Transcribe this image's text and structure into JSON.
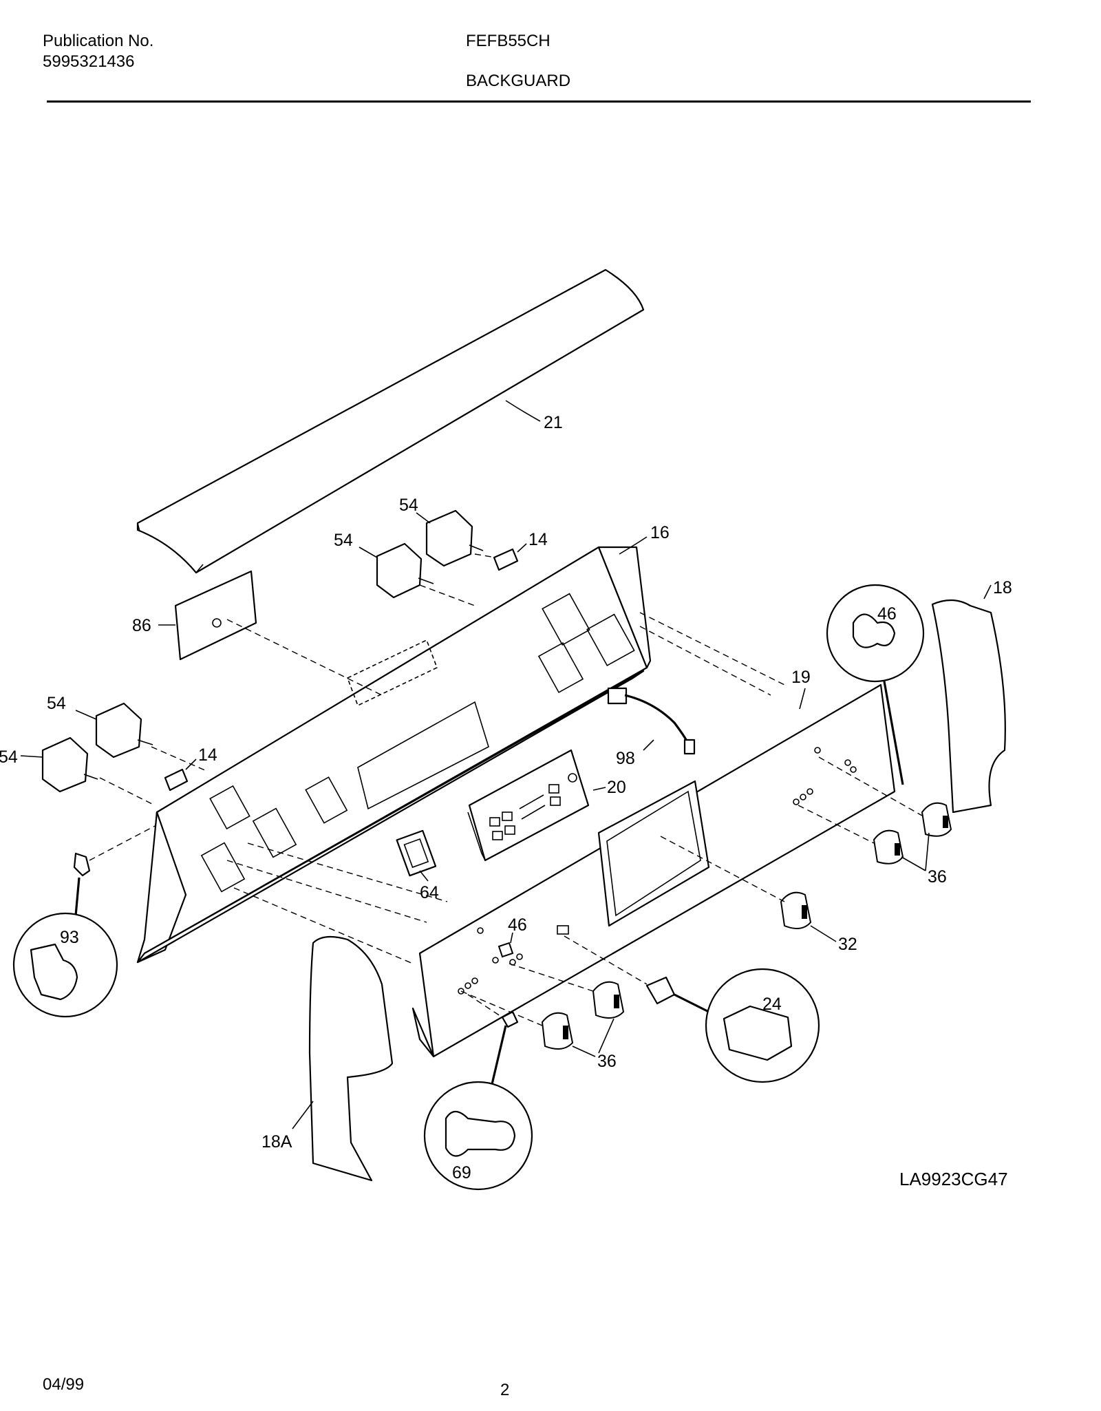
{
  "header": {
    "publication_label": "Publication No.",
    "publication_number": "5995321436",
    "model": "FEFB55CH",
    "section": "BACKGUARD"
  },
  "footer": {
    "date": "04/99",
    "page": "2",
    "drawing_code": "LA9923CG47"
  },
  "callouts": {
    "c21": "21",
    "c54a": "54",
    "c54b": "54",
    "c14a": "14",
    "c16": "16",
    "c86": "86",
    "c18": "18",
    "c46a": "46",
    "c19": "19",
    "c54c": "54",
    "c14b": "14",
    "c54d": "54",
    "c98": "98",
    "c20": "20",
    "c64": "64",
    "c36a": "36",
    "c93": "93",
    "c46b": "46",
    "c32": "32",
    "c24": "24",
    "c36b": "36",
    "c18a": "18A",
    "c69": "69"
  }
}
